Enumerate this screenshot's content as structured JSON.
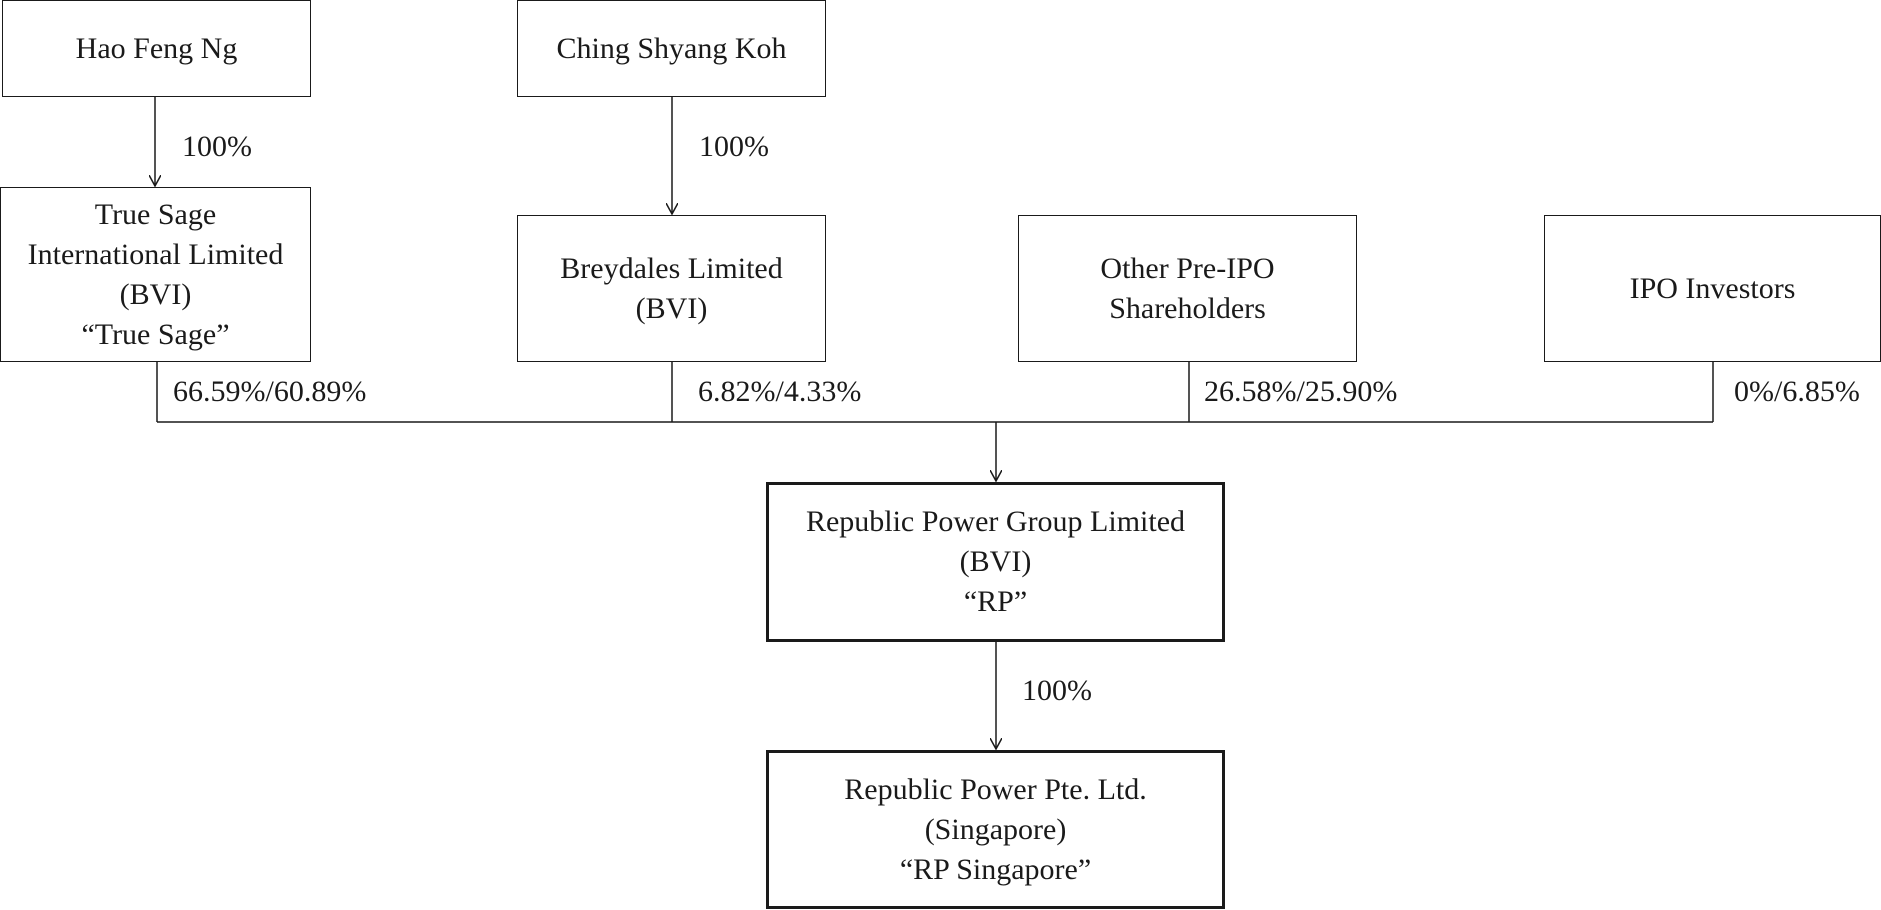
{
  "entities": {
    "hao_feng_ng": {
      "lines": [
        "Hao Feng Ng"
      ]
    },
    "ching_shyang_koh": {
      "lines": [
        "Ching Shyang Koh"
      ]
    },
    "true_sage": {
      "lines": [
        "True Sage",
        "International Limited",
        "(BVI)",
        "“True Sage”"
      ]
    },
    "breydales": {
      "lines": [
        "Breydales Limited",
        "(BVI)"
      ]
    },
    "other_pre_ipo": {
      "lines": [
        "Other Pre-IPO",
        "Shareholders"
      ]
    },
    "ipo_investors": {
      "lines": [
        "IPO Investors"
      ]
    },
    "rp": {
      "lines": [
        "Republic Power Group Limited",
        "(BVI)",
        "“RP”"
      ]
    },
    "rp_singapore": {
      "lines": [
        "Republic Power Pte. Ltd.",
        "(Singapore)",
        "“RP Singapore”"
      ]
    }
  },
  "ownership": {
    "hao_to_true_sage": "100%",
    "koh_to_breydales": "100%",
    "true_sage_to_rp": "66.59%/60.89%",
    "breydales_to_rp": "6.82%/4.33%",
    "other_pre_ipo_to_rp": "26.58%/25.90%",
    "ipo_investors_to_rp": "0%/6.85%",
    "rp_to_rp_singapore": "100%"
  },
  "colors": {
    "line": "#1a1a1a",
    "background": "#ffffff"
  }
}
